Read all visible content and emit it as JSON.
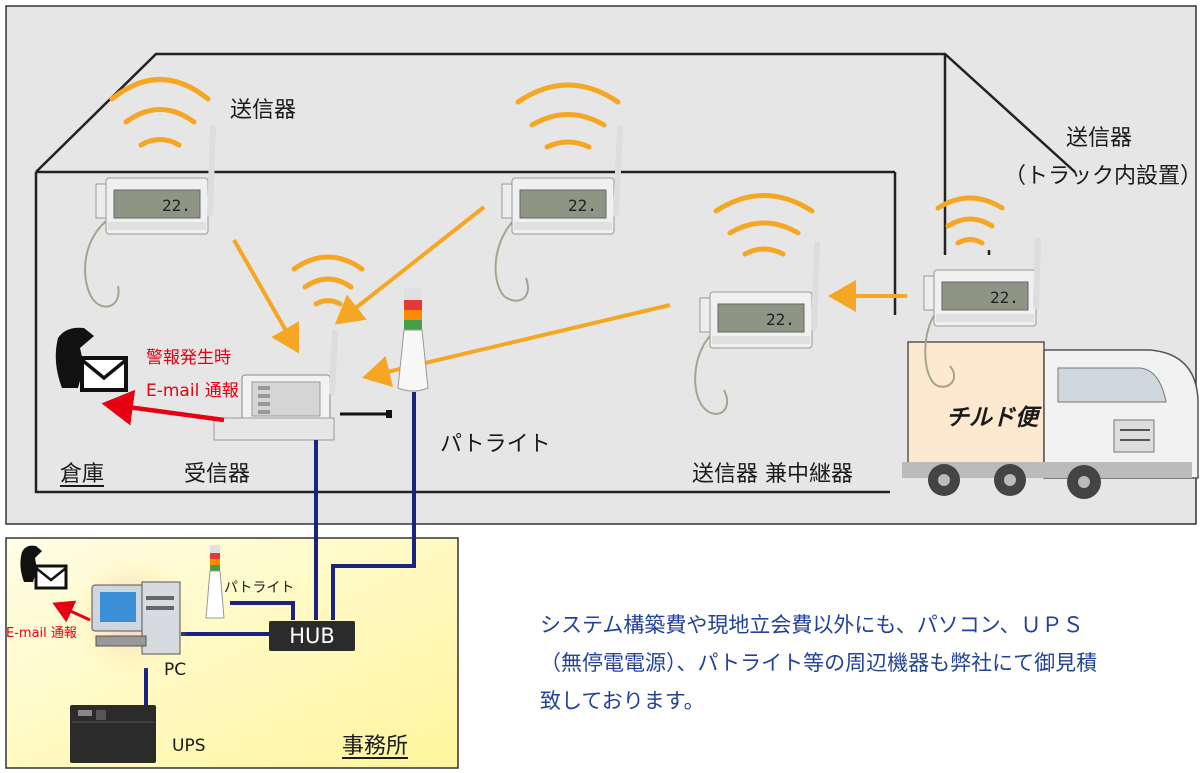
{
  "labels": {
    "transmitter_top": "送信器",
    "transmitter_truck_1": "送信器",
    "transmitter_truck_2": "（トラック内設置）",
    "alarm_1": "警報発生時",
    "alarm_2": "E-mail 通報",
    "warehouse": "倉庫",
    "receiver": "受信器",
    "patlite_main": "パトライト",
    "repeater": "送信器 兼中継器",
    "truck_text": "チルド便",
    "patlite_office": "パトライト",
    "email_office": "E-mail 通報",
    "pc": "PC",
    "hub": "HUB",
    "ups": "UPS",
    "office": "事務所"
  },
  "note": {
    "line1": "システム構築費や現地立会費以外にも、パソコン、ＵＰＳ",
    "line2": "（無停電電源）、パトライト等の周辺機器も弊社にて御見積",
    "line3": "致しております。"
  },
  "device_display": "22.",
  "colors": {
    "arrow": "#f5a623",
    "alarm_red": "#e60012",
    "cable_blue": "#1a237e",
    "text_blue": "#23439a",
    "office_yellow": "#fff9c4",
    "building_gray": "#e6e6e6"
  }
}
